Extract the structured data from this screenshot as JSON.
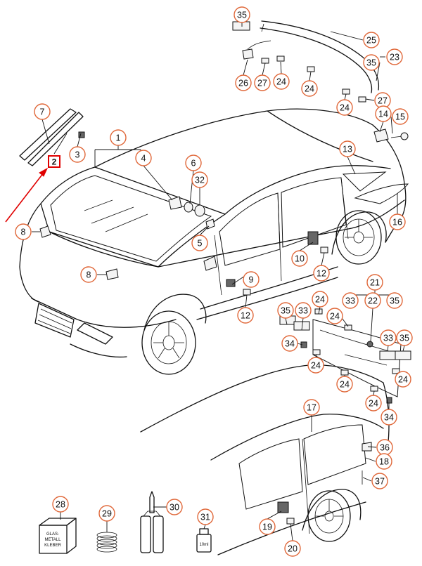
{
  "colors": {
    "callout_ring": "#e0683a",
    "highlight_box": "#e00000",
    "pointer_arrow": "#e00000",
    "line_art": "#111111"
  },
  "highlighted_part": "2",
  "callouts": [
    {
      "id": "c35a",
      "label": "35"
    },
    {
      "id": "c25",
      "label": "25"
    },
    {
      "id": "c23",
      "label": "23"
    },
    {
      "id": "c35b",
      "label": "35"
    },
    {
      "id": "c26",
      "label": "26"
    },
    {
      "id": "c27a",
      "label": "27"
    },
    {
      "id": "c24a",
      "label": "24"
    },
    {
      "id": "c24b",
      "label": "24"
    },
    {
      "id": "c24c",
      "label": "24"
    },
    {
      "id": "c27b",
      "label": "27"
    },
    {
      "id": "c7",
      "label": "7"
    },
    {
      "id": "c1",
      "label": "1"
    },
    {
      "id": "c14",
      "label": "14"
    },
    {
      "id": "c15",
      "label": "15"
    },
    {
      "id": "c3",
      "label": "3"
    },
    {
      "id": "c2",
      "label": "2"
    },
    {
      "id": "c4",
      "label": "4"
    },
    {
      "id": "c6",
      "label": "6"
    },
    {
      "id": "c13",
      "label": "13"
    },
    {
      "id": "c32",
      "label": "32"
    },
    {
      "id": "c8a",
      "label": "8"
    },
    {
      "id": "c5",
      "label": "5"
    },
    {
      "id": "c16",
      "label": "16"
    },
    {
      "id": "c10",
      "label": "10"
    },
    {
      "id": "c8b",
      "label": "8"
    },
    {
      "id": "c9",
      "label": "9"
    },
    {
      "id": "c12a",
      "label": "12"
    },
    {
      "id": "c21",
      "label": "21"
    },
    {
      "id": "c24d",
      "label": "24"
    },
    {
      "id": "c33a",
      "label": "33"
    },
    {
      "id": "c22",
      "label": "22"
    },
    {
      "id": "c35c",
      "label": "35"
    },
    {
      "id": "c35d",
      "label": "35"
    },
    {
      "id": "c33b",
      "label": "33"
    },
    {
      "id": "c12b",
      "label": "12"
    },
    {
      "id": "c24e",
      "label": "24"
    },
    {
      "id": "c33c",
      "label": "33"
    },
    {
      "id": "c35e",
      "label": "35"
    },
    {
      "id": "c34a",
      "label": "34"
    },
    {
      "id": "c24f",
      "label": "24"
    },
    {
      "id": "c24g",
      "label": "24"
    },
    {
      "id": "c24h",
      "label": "24"
    },
    {
      "id": "c24i",
      "label": "24"
    },
    {
      "id": "c34b",
      "label": "34"
    },
    {
      "id": "c17",
      "label": "17"
    },
    {
      "id": "c36",
      "label": "36"
    },
    {
      "id": "c18",
      "label": "18"
    },
    {
      "id": "c37",
      "label": "37"
    },
    {
      "id": "c28",
      "label": "28"
    },
    {
      "id": "c29",
      "label": "29"
    },
    {
      "id": "c30",
      "label": "30"
    },
    {
      "id": "c31",
      "label": "31"
    },
    {
      "id": "c19",
      "label": "19"
    },
    {
      "id": "c20",
      "label": "20"
    }
  ],
  "package_28_text": [
    "GLAS-",
    "METALL",
    "KLEBER"
  ],
  "bottle_31_text": "10ml"
}
